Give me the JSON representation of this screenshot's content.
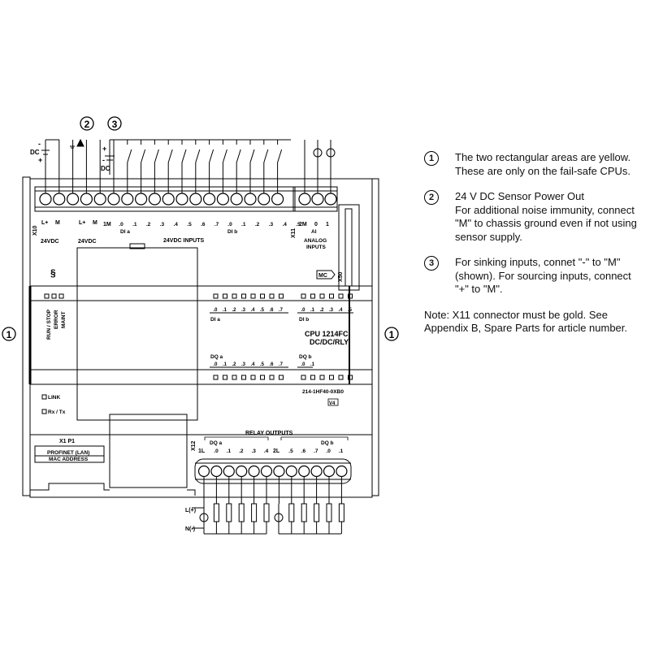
{
  "callouts": {
    "one": "1",
    "two": "2",
    "three": "3"
  },
  "labels": {
    "dc": "DC",
    "minus": "-",
    "plus": "+",
    "x10": "X10",
    "x11": "X11",
    "x12": "X12",
    "lplus": "L+",
    "m": "M",
    "one_m": "1M",
    "two_m": "2M",
    "zero": "0",
    "one_digit": "1",
    "ai": "AI",
    "dia": "DI a",
    "dib": "DI b",
    "vdc24": "24VDC",
    "vdc24_inputs": "24VDC INPUTS",
    "analog": "ANALOG",
    "inputs": "INPUTS",
    "mc": "MC",
    "x50": "X50",
    "run_stop": "RUN / STOP",
    "error": "ERROR",
    "maint": "MAINT",
    "cpu_model": "CPU 1214FC",
    "cpu_type": "DC/DC/RLY",
    "dqa": "DQ a",
    "dqb": "DQ b",
    "article": "214-1HF40-0XB0",
    "fw": "V4",
    "link": "LINK",
    "rxtx": "Rx / Tx",
    "x1p1": "X1 P1",
    "profinet": "PROFINET (LAN)",
    "mac": "MAC ADDRESS",
    "relay_outputs": "RELAY OUTPUTS",
    "one_l": "1L",
    "two_l": "2L",
    "l_plus": "L(+)",
    "n_minus": "N(-)"
  },
  "terminals": {
    "power": [
      ".0"
    ],
    "dia_inputs": [
      ".0",
      ".1",
      ".2",
      ".3",
      ".4",
      ".5",
      ".6",
      ".7"
    ],
    "dib_inputs": [
      ".0",
      ".1",
      ".2",
      ".3",
      ".4",
      ".5"
    ],
    "dqa_outputs": [
      ".0",
      ".1",
      ".2",
      ".3",
      ".4"
    ],
    "dqb_relay": [
      ".5",
      ".6",
      ".7",
      ".0",
      ".1"
    ],
    "dqa_leds": [
      ".0",
      ".1",
      ".2",
      ".3",
      ".4",
      ".5",
      ".6",
      ".7"
    ],
    "dqb_leds": [
      ".0",
      ".1"
    ]
  },
  "notes": [
    {
      "num": "1",
      "lines": [
        "The two rectangular areas are yellow.",
        "These are only on the fail-safe CPUs."
      ]
    },
    {
      "num": "2",
      "lines": [
        "24 V DC Sensor Power Out",
        "For additional noise immunity, connect",
        "\"M\" to chassis ground even if not using",
        "sensor supply."
      ]
    },
    {
      "num": "3",
      "lines": [
        "For sinking inputs, connet \"-\" to \"M\"",
        "(shown). For sourcing inputs, connect",
        "\"+\" to \"M\"."
      ]
    }
  ],
  "bottom_note": [
    "Note: X11 connector must be gold. See",
    "Appendix B, Spare Parts for article number."
  ]
}
